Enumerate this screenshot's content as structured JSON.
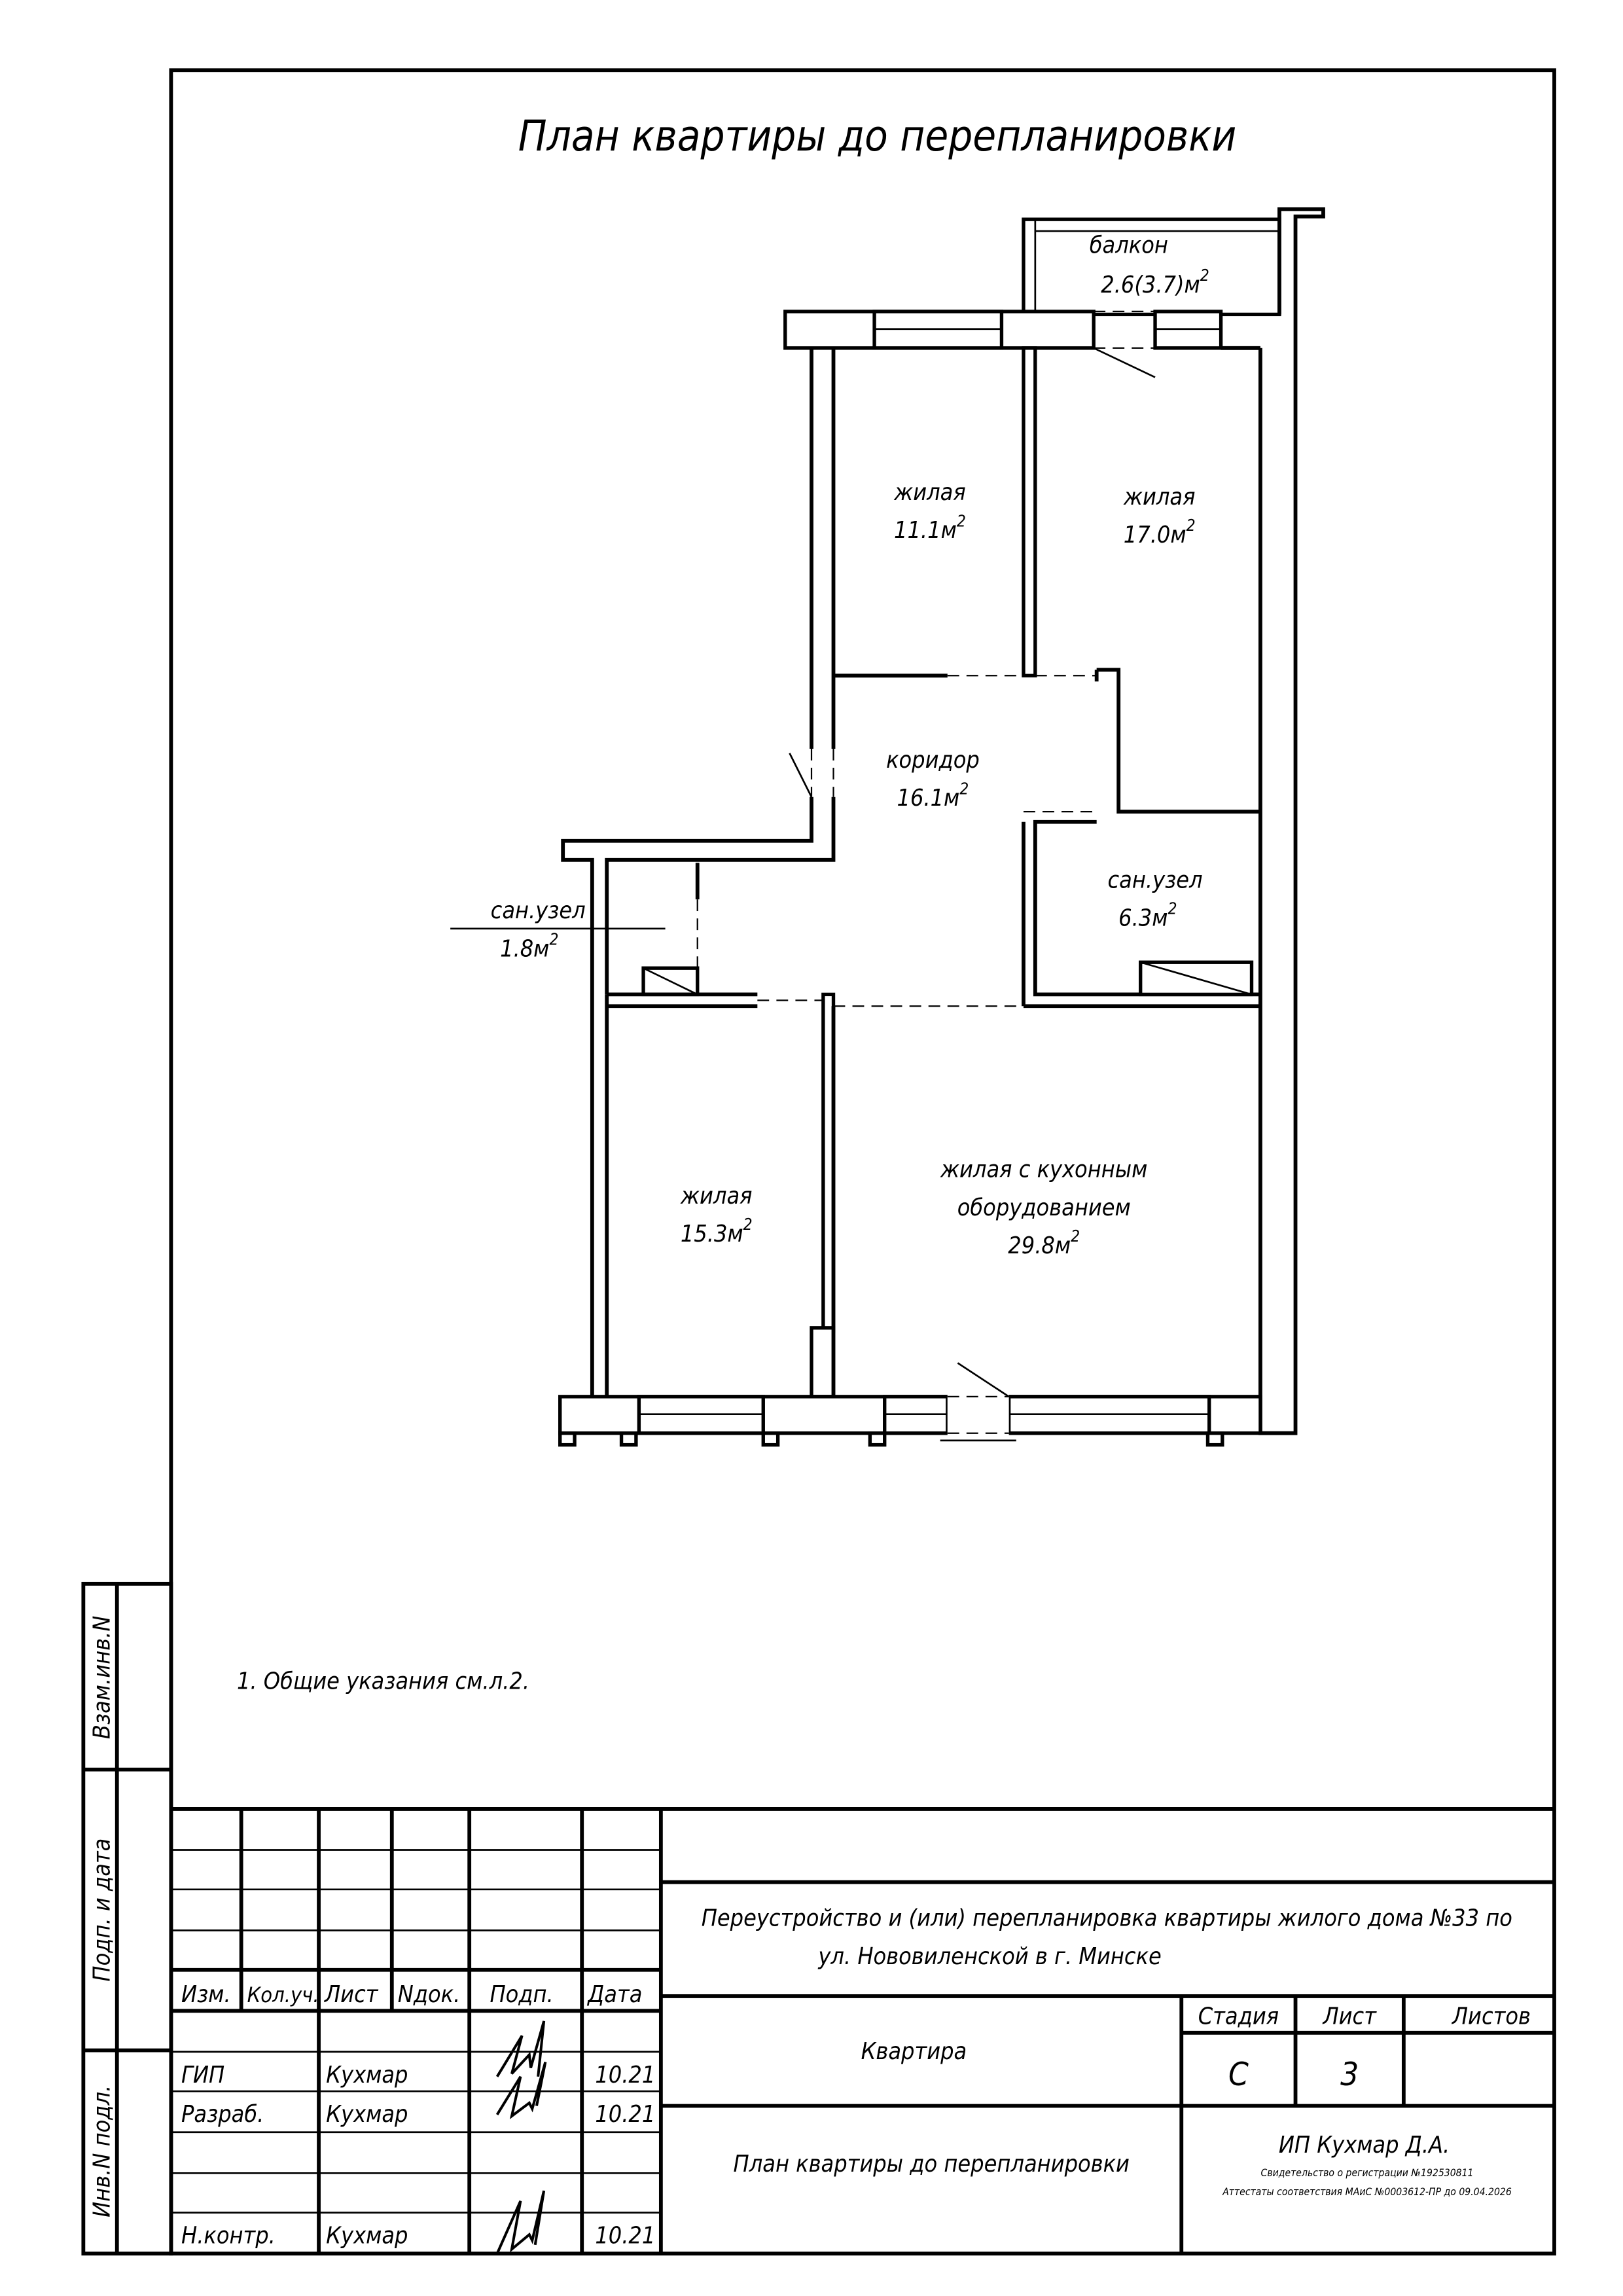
{
  "drawing": {
    "title": "План квартиры до перепланировки",
    "note": "1. Общие указания см.л.2."
  },
  "rooms": {
    "balcony": {
      "name": "балкон",
      "area": "2.6(3.7)м",
      "sup": "2"
    },
    "living1": {
      "name": "жилая",
      "area": "11.1м",
      "sup": "2"
    },
    "living2": {
      "name": "жилая",
      "area": "17.0м",
      "sup": "2"
    },
    "corridor": {
      "name": "коридор",
      "area": "16.1м",
      "sup": "2"
    },
    "bath_large": {
      "name": "сан.узел",
      "area": "6.3м",
      "sup": "2"
    },
    "bath_small": {
      "name": "сан.узел",
      "area": "1.8м",
      "sup": "2"
    },
    "living3": {
      "name": "жилая",
      "area": "15.3м",
      "sup": "2"
    },
    "kitchen_living": {
      "name_line1": "жилая с кухонным",
      "name_line2": "оборудованием",
      "area": "29.8м",
      "sup": "2"
    }
  },
  "side_strip": [
    "Взам.инв.N",
    "Подп. и дата",
    "Инв.N подл."
  ],
  "title_block": {
    "headers": [
      "Изм.",
      "Кол.уч.",
      "Лист",
      "Nдок.",
      "Подп.",
      "Дата"
    ],
    "rows": [
      {
        "role": "ГИП",
        "name": "Кухмар",
        "date": "10.21"
      },
      {
        "role": "Разраб.",
        "name": "Кухмар",
        "date": "10.21"
      },
      {
        "role": "Н.контр.",
        "name": "Кухмар",
        "date": "10.21"
      }
    ],
    "project_line1": "Переустройство и (или) перепланировка квартиры жилого дома №33 по",
    "project_line2": "ул. Нововиленской в г. Минске",
    "object": "Квартира",
    "sheet_title": "План квартиры до перепланировки",
    "stage_label": "Стадия",
    "sheet_label": "Лист",
    "sheets_label": "Листов",
    "stage": "С",
    "sheet": "3",
    "sheets": "",
    "company": "ИП Кухмар Д.А.",
    "registration": "Свидетельство о регистрации №192530811",
    "attestation": "Аттестаты соответствия МАиС №0003612-ПР до 09.04.2026"
  }
}
